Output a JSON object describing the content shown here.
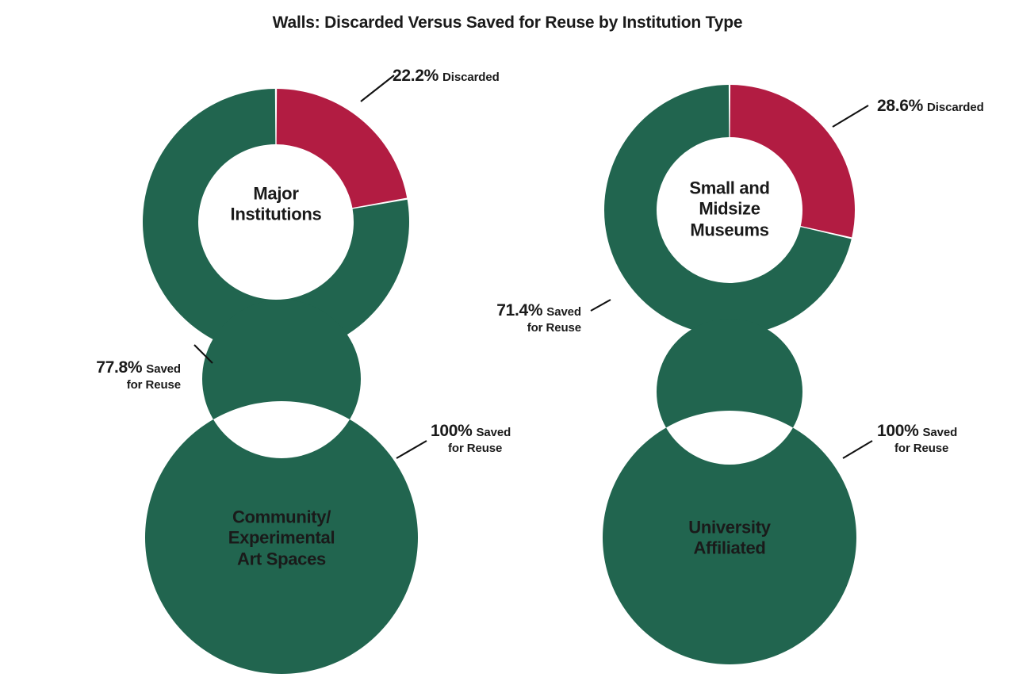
{
  "title": "Walls: Discarded Versus Saved for Reuse by Institution Type",
  "colors": {
    "saved": "#21654F",
    "discarded": "#B21C42",
    "background": "#FFFFFF",
    "text": "#1A1A1A",
    "leader_line": "#111111"
  },
  "chart_data": {
    "type": "pie",
    "title": "Walls: Discarded Versus Saved for Reuse by Institution Type",
    "subtitle": "",
    "xlabel": "",
    "ylabel": "",
    "legend_position": "none",
    "grid": false,
    "variant": "donut",
    "units": "percent",
    "start_angle_deg": 0,
    "direction": "clockwise",
    "series": [
      {
        "name": "Discarded",
        "color": "#B21C42"
      },
      {
        "name": "Saved for Reuse",
        "color": "#21654F"
      }
    ],
    "categories": [
      "Major Institutions",
      "Small and Midsize Museums",
      "Community/Experimental Art Spaces",
      "University Affiliated"
    ],
    "charts": [
      {
        "id": "major-institutions",
        "center_label": "Major\nInstitutions",
        "slices": [
          {
            "label": "Discarded",
            "value": 22.2,
            "color": "#B21C42"
          },
          {
            "label": "Saved for Reuse",
            "value": 77.8,
            "color": "#21654F"
          }
        ],
        "callouts": [
          {
            "pct": "22.2%",
            "desc_line1": "Discarded",
            "desc_line2": ""
          },
          {
            "pct": "77.8%",
            "desc_line1": "Saved",
            "desc_line2": "for Reuse"
          }
        ]
      },
      {
        "id": "small-and-midsize-museums",
        "center_label": "Small and\nMidsize\nMuseums",
        "slices": [
          {
            "label": "Discarded",
            "value": 28.6,
            "color": "#B21C42"
          },
          {
            "label": "Saved for Reuse",
            "value": 71.4,
            "color": "#21654F"
          }
        ],
        "callouts": [
          {
            "pct": "28.6%",
            "desc_line1": "Discarded",
            "desc_line2": ""
          },
          {
            "pct": "71.4%",
            "desc_line1": "Saved",
            "desc_line2": "for Reuse"
          }
        ]
      },
      {
        "id": "community-experimental-art-spaces",
        "center_label": "Community/\nExperimental\nArt Spaces",
        "slices": [
          {
            "label": "Discarded",
            "value": 0,
            "color": "#B21C42"
          },
          {
            "label": "Saved for Reuse",
            "value": 100,
            "color": "#21654F"
          }
        ],
        "callouts": [
          {
            "pct": "100%",
            "desc_line1": "Saved",
            "desc_line2": "for Reuse"
          }
        ]
      },
      {
        "id": "university-affiliated",
        "center_label": "University\nAffiliated",
        "slices": [
          {
            "label": "Discarded",
            "value": 0,
            "color": "#B21C42"
          },
          {
            "label": "Saved for Reuse",
            "value": 100,
            "color": "#21654F"
          }
        ],
        "callouts": [
          {
            "pct": "100%",
            "desc_line1": "Saved",
            "desc_line2": "for Reuse"
          }
        ]
      }
    ]
  },
  "donut1": {
    "center_label": "Major\nInstitutions",
    "callout_discarded_pct": "22.2%",
    "callout_discarded_desc": "Discarded",
    "callout_saved_pct": "77.8%",
    "callout_saved_desc1": "Saved",
    "callout_saved_desc2": "for Reuse"
  },
  "donut2": {
    "center_label": "Small and\nMidsize\nMuseums",
    "callout_discarded_pct": "28.6%",
    "callout_discarded_desc": "Discarded",
    "callout_saved_pct": "71.4%",
    "callout_saved_desc1": "Saved",
    "callout_saved_desc2": "for Reuse"
  },
  "donut3": {
    "center_label": "Community/\nExperimental\nArt Spaces",
    "callout_saved_pct": "100%",
    "callout_saved_desc1": "Saved",
    "callout_saved_desc2": "for Reuse"
  },
  "donut4": {
    "center_label": "University\nAffiliated",
    "callout_saved_pct": "100%",
    "callout_saved_desc1": "Saved",
    "callout_saved_desc2": "for Reuse"
  }
}
